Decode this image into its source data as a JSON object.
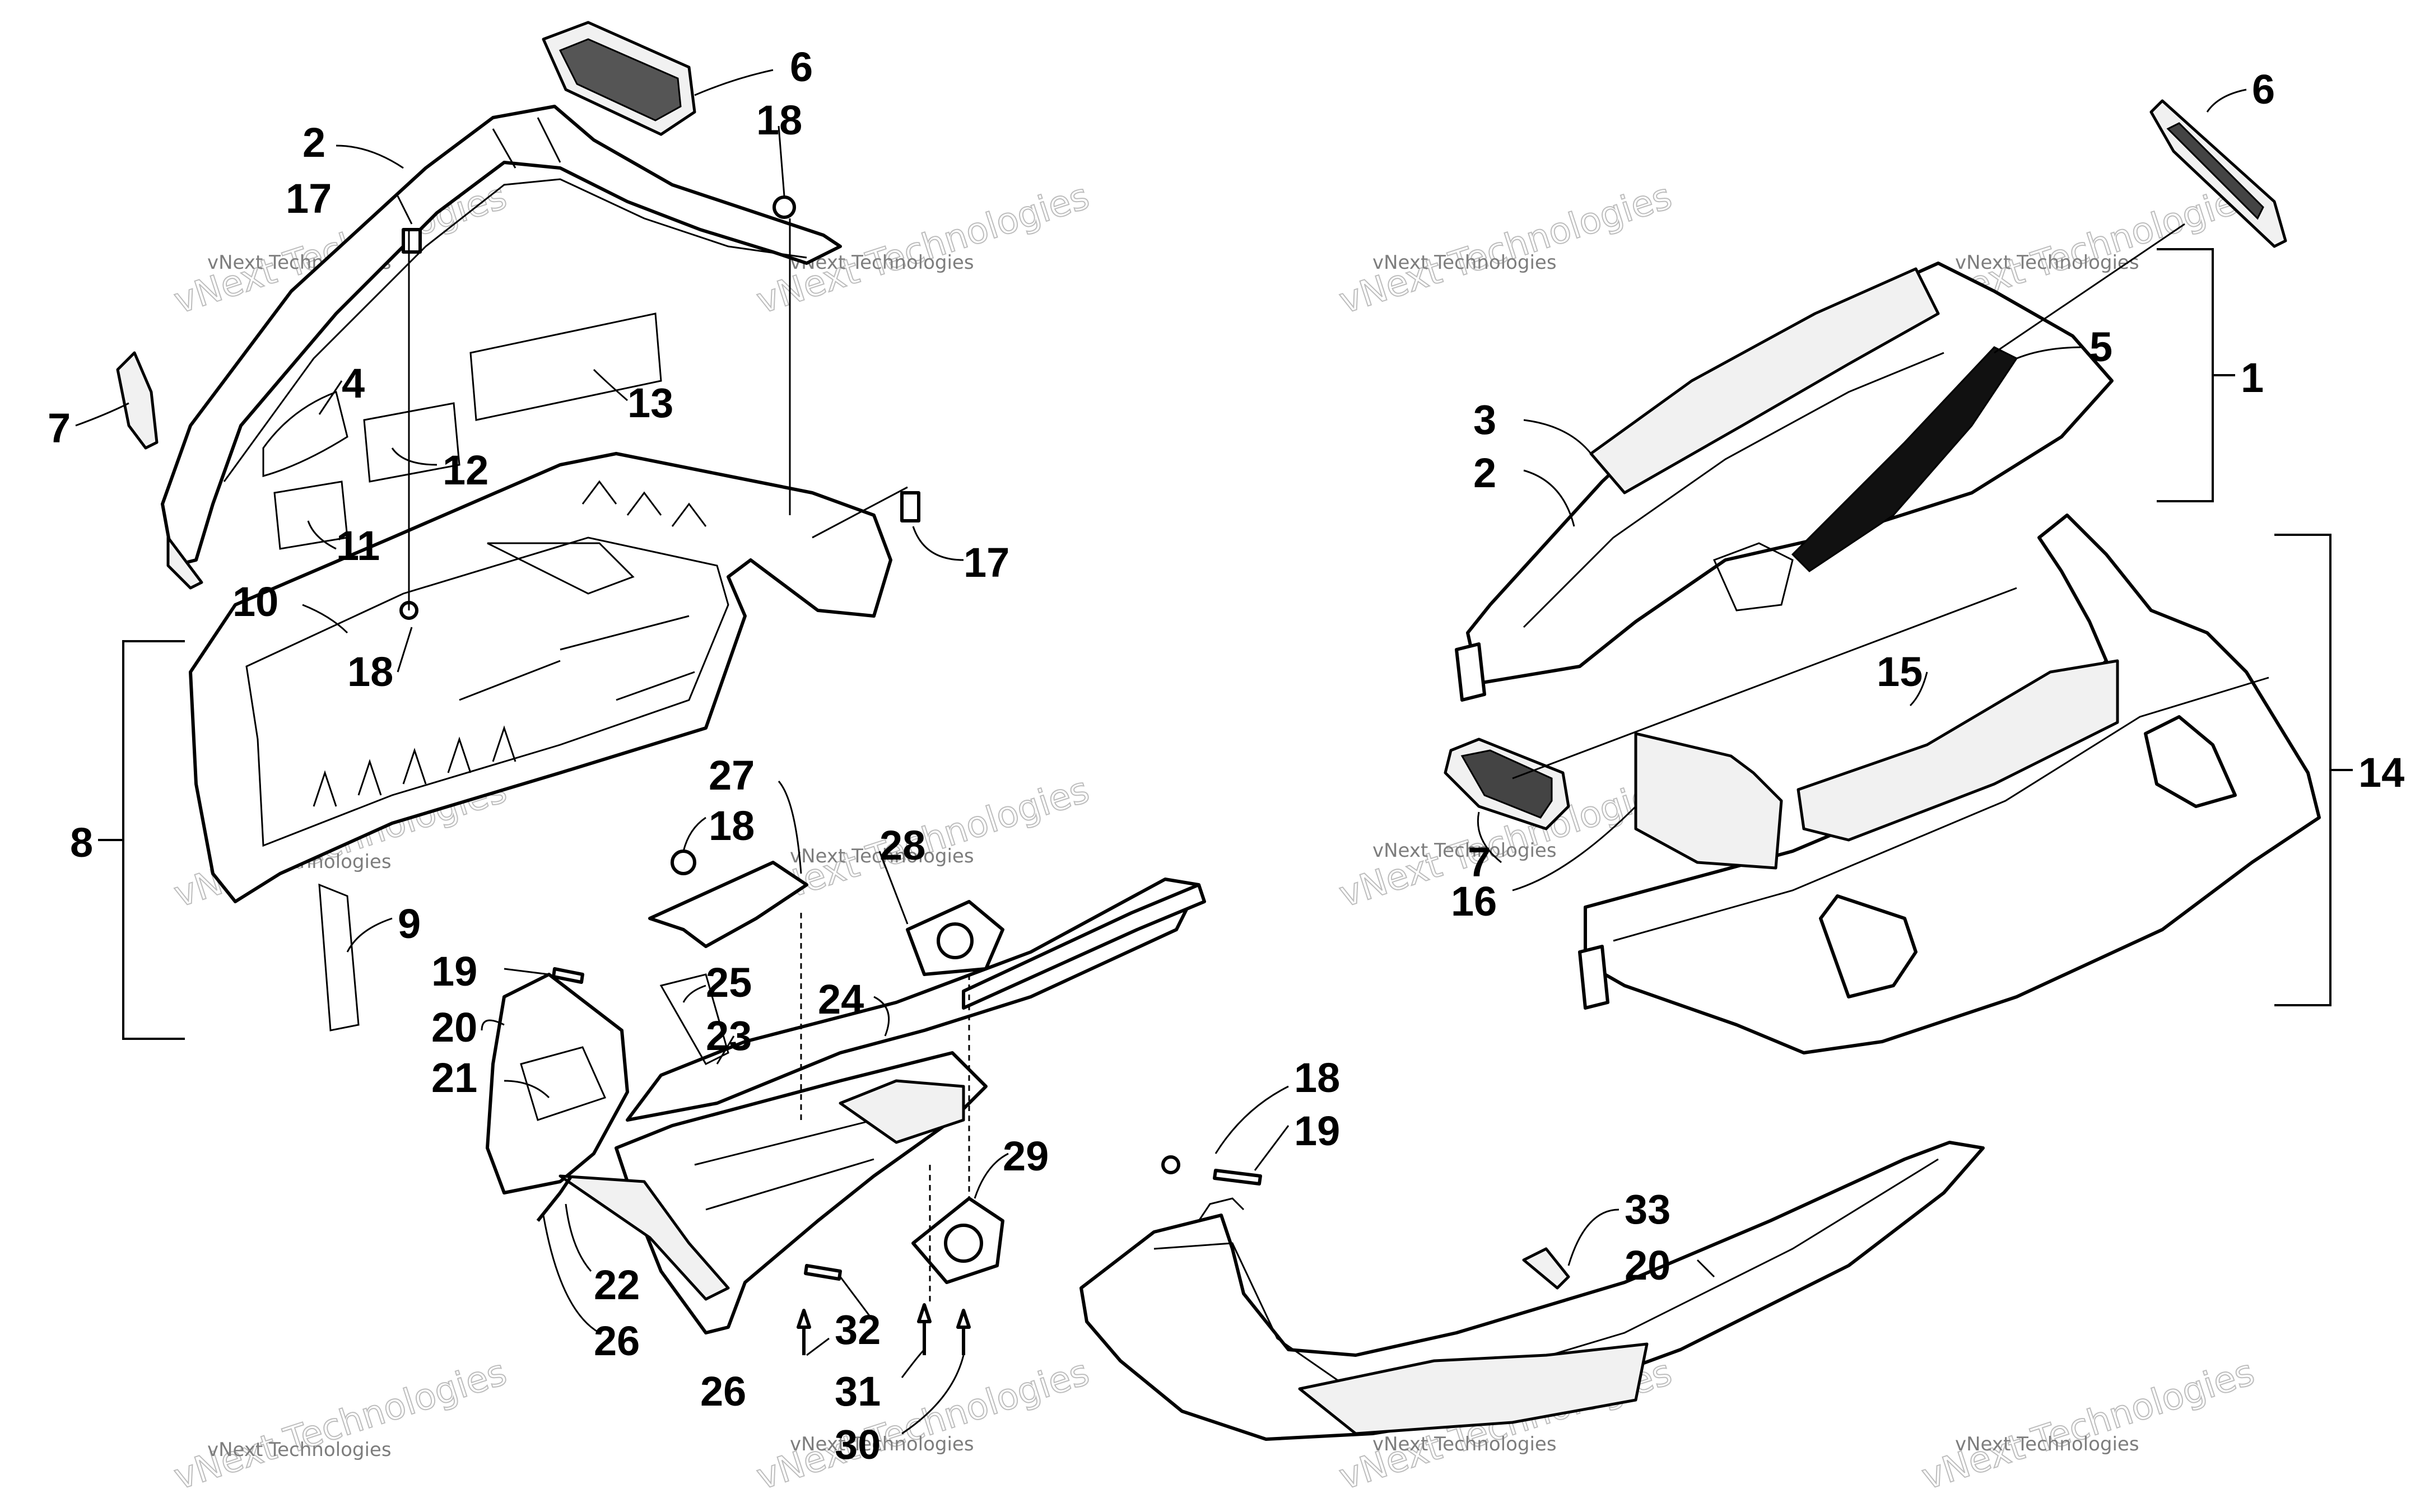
{
  "callouts": {
    "c1": "1",
    "c2a": "2",
    "c2b": "2",
    "c3": "3",
    "c4": "4",
    "c5": "5",
    "c6a": "6",
    "c6b": "6",
    "c7a": "7",
    "c7b": "7",
    "c8": "8",
    "c9": "9",
    "c10": "10",
    "c11": "11",
    "c12": "12",
    "c13": "13",
    "c14": "14",
    "c15": "15",
    "c16": "16",
    "c17a": "17",
    "c17b": "17",
    "c18a": "18",
    "c18b": "18",
    "c18c": "18",
    "c18d": "18",
    "c19a": "19",
    "c19b": "19",
    "c20a": "20",
    "c20b": "20",
    "c21": "21",
    "c22": "22",
    "c23": "23",
    "c24": "24",
    "c25": "25",
    "c26a": "26",
    "c26b": "26",
    "c27": "27",
    "c28": "28",
    "c29": "29",
    "c30": "30",
    "c31": "31",
    "c32": "32",
    "c33": "33"
  },
  "watermark": {
    "small": "vNext Technologies",
    "large": "vNext Technologies"
  }
}
